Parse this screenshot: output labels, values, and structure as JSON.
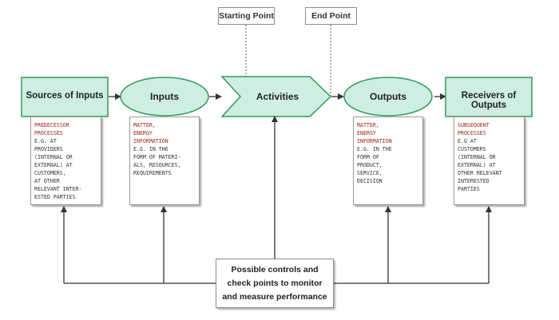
{
  "colors": {
    "node_fill": "#cfeee2",
    "node_stroke": "#2f9a55",
    "line": "#333333",
    "highlight_text": "#9e1b1b"
  },
  "callouts": {
    "start": "Starting Point",
    "end": "End Point"
  },
  "nodes": [
    {
      "id": "sources",
      "label": "Sources of Inputs",
      "shape": "rectangle"
    },
    {
      "id": "inputs",
      "label": "Inputs",
      "shape": "ellipse"
    },
    {
      "id": "activities",
      "label": "Activities",
      "shape": "chevron"
    },
    {
      "id": "outputs",
      "label": "Outputs",
      "shape": "ellipse"
    },
    {
      "id": "receivers",
      "label": "Receivers of Outputs",
      "shape": "rectangle"
    }
  ],
  "details": [
    {
      "id": "sources",
      "highlight": "Predecessor\nprocesses",
      "body": "e.g. at\nproviders\n(internal or\nexternal) at\ncustomers,\nat other\nrelevant inter-\nested parties"
    },
    {
      "id": "inputs",
      "highlight": "Matter,\nenergy\ninformation",
      "body": "e.g. in the\nform of materi-\nals, resources,\nrequirements"
    },
    {
      "id": "outputs",
      "highlight": "Matter,\nenergy\ninformation",
      "body": "e.g. in the\nform of\nproduct,\nservice,\ndecision"
    },
    {
      "id": "receivers",
      "highlight": "Subsequent\nprocesses",
      "body": "e.g at\ncustomers\n(internal or\nexternal) at\nother relevant\ninterested\nparties"
    }
  ],
  "control_box": "Possible controls and\ncheck points to monitor\nand measure performance"
}
